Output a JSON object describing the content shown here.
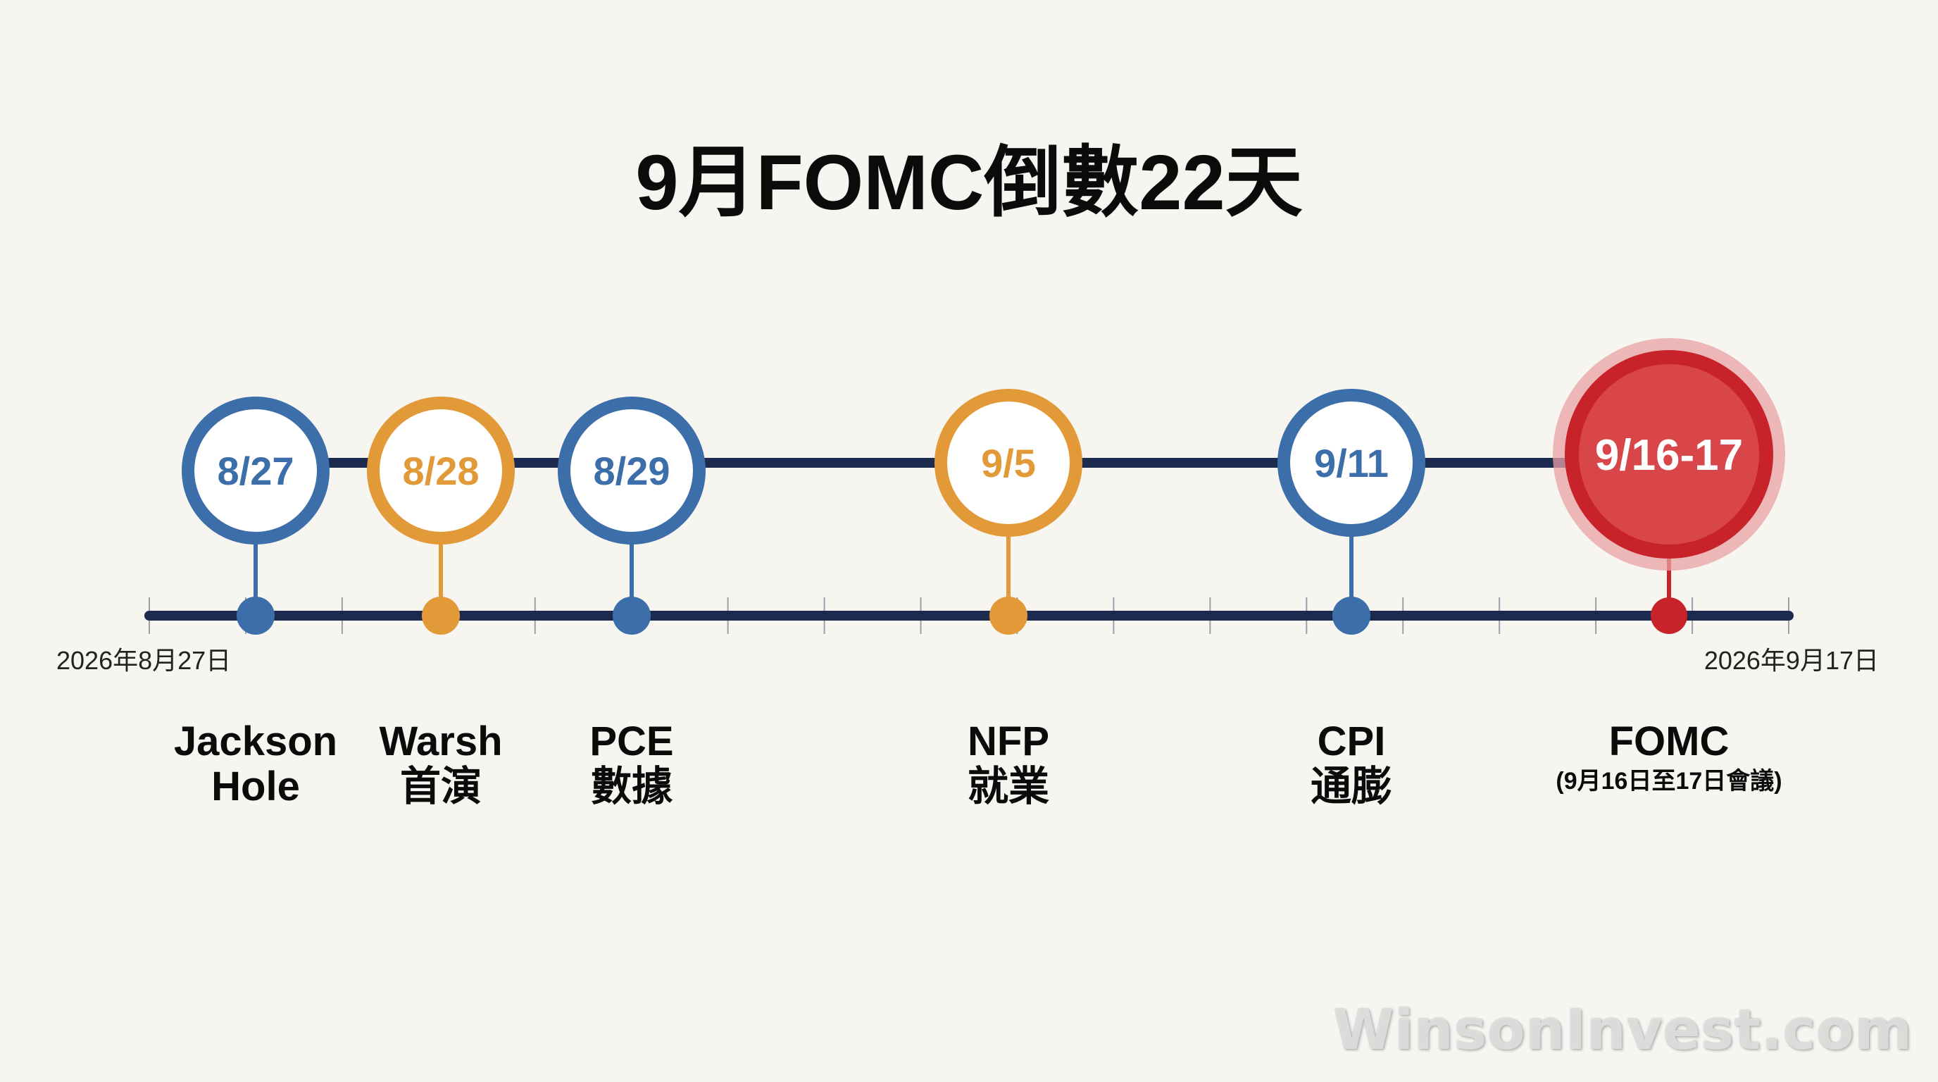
{
  "title": "9月FOMC倒數22天",
  "axis": {
    "start_label": "2026年8月27日",
    "end_label": "2026年9月17日"
  },
  "colors": {
    "blue": "#3c6eaa",
    "orange": "#e29a38",
    "red": "#c8232a",
    "line": "#1b2a4e",
    "text": "#0b0b0b",
    "background": "#f7f5f0"
  },
  "events": [
    {
      "date": "8/27",
      "label1": "Jackson",
      "label2": "Hole",
      "color": "blue",
      "highlight": false
    },
    {
      "date": "8/28",
      "label1": "Warsh",
      "label2": "首演",
      "color": "orange",
      "highlight": false
    },
    {
      "date": "8/29",
      "label1": "PCE",
      "label2": "數據",
      "color": "blue",
      "highlight": false
    },
    {
      "date": "9/5",
      "label1": "NFP",
      "label2": "就業",
      "color": "orange",
      "highlight": false
    },
    {
      "date": "9/11",
      "label1": "CPI",
      "label2": "通膨",
      "color": "blue",
      "highlight": false
    },
    {
      "date": "9/16-17",
      "label1": "FOMC",
      "label2": "(9月16日至17日會議)",
      "color": "red",
      "highlight": true
    }
  ],
  "watermark": "WinsonInvest.com"
}
